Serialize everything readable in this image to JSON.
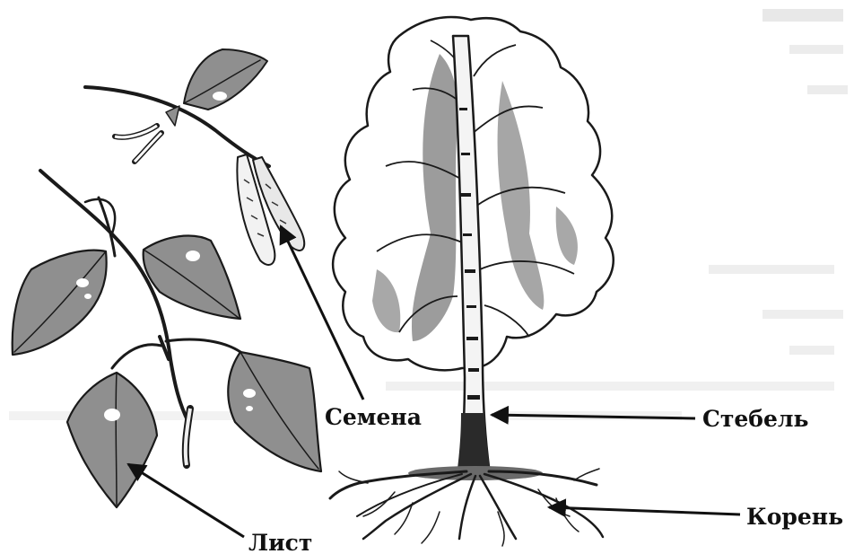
{
  "labels": {
    "seeds": "Семена",
    "stem": "Стебель",
    "root": "Корень",
    "leaf": "Лист"
  },
  "colors": {
    "ink": "#1a1a1a",
    "leaf_fill": "#8f8f8f",
    "leaf_highlight": "#ffffff",
    "crown_shade": "#9c9c9c",
    "crown_light": "#ffffff",
    "trunk_white": "#f4f4f4",
    "trunk_dark": "#2a2a2a"
  },
  "icons": {
    "tree": "birch-tree-icon",
    "branch": "birch-branch-icon"
  }
}
